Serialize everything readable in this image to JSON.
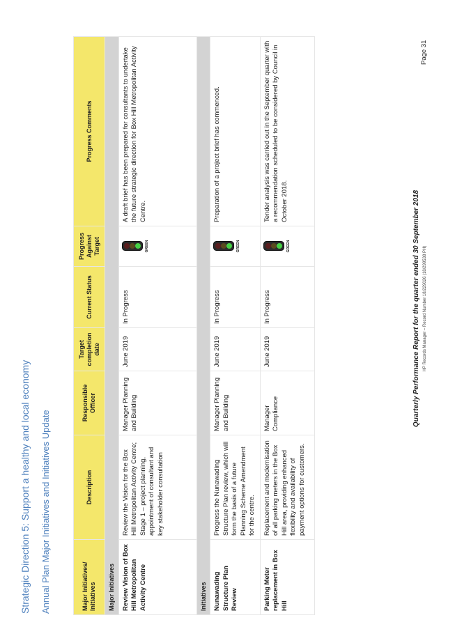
{
  "heading": "Strategic Direction 5: Support a healthy and local economy",
  "subheading": "Annual Plan Major Initiatives and Initiatives Update",
  "table": {
    "headers": {
      "initiative": "Major Initiatives/ Initiatives",
      "description": "Description",
      "officer": "Responsible Officer",
      "target": "Target completion date",
      "status": "Current Status",
      "progress": "Progress Against Target",
      "comments": "Progress Comments"
    },
    "sections": [
      {
        "label": "Major Initiatives",
        "rows": [
          {
            "initiative": "Review Vision of Box Hill Metropolitan Activity Centre",
            "description": "Review the Vision for the Box Hill Metropolitan Activity Centre; Stage 1 – project planning, appointment of consultant and key stakeholder consultation",
            "officer": "Manager Planning and Building",
            "target": "June 2019",
            "status": "In Progress",
            "progress": "GREEN",
            "comments": "A draft brief has been prepared for consultants to undertake the future strategic direction for Box Hill Metropolitan Activity Centre."
          }
        ]
      },
      {
        "label": "Initiatives",
        "rows": [
          {
            "initiative": "Nunawading Structure Plan Review",
            "description": "Progress the Nunawading Structure Plan review, which will form the basis of a future Planning Scheme Amendment for the centre.",
            "officer": "Manager Planning and Building",
            "target": "June 2019",
            "status": "In Progress",
            "progress": "GREEN",
            "comments": "Preparation of a project brief has commenced."
          },
          {
            "initiative": "Parking Meter replacement in Box Hill",
            "description": "Replacement and modernisation of all parking meters in the Box Hill area, providing enhanced flexibility and availability of payment options for customers.",
            "officer": "Manager Compliance",
            "target": "June 2019",
            "status": "In Progress",
            "progress": "GREEN",
            "comments": "Tender analysis was carried out in the September quarter with a recommendation scheduled to be considered by Council in October 2018."
          }
        ]
      }
    ]
  },
  "footer": {
    "title": "Quarterly Performance Report for the quarter ended 30 September 2018",
    "record": "HP Records Manager – Record Number 18/229026 (18/299538 PH)",
    "page": "Page 31"
  },
  "colors": {
    "heading": "#4f81bd",
    "header_fill": "#f4e76b",
    "section_fill": "#d3d3d3",
    "light_green": "#46d046"
  }
}
